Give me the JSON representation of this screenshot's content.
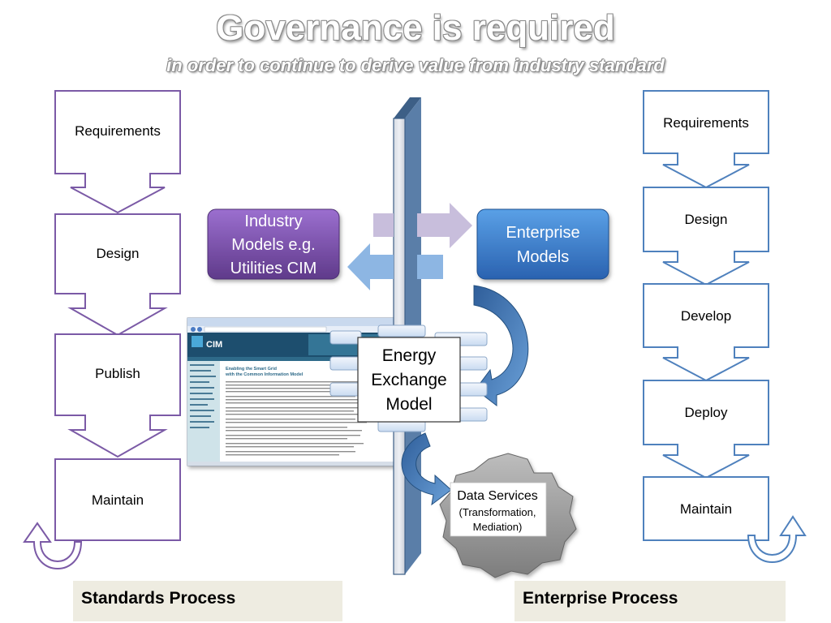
{
  "title": "Governance is required",
  "subtitle": "in order to continue to derive value from industry standard",
  "standards_steps": [
    "Requirements",
    "Design",
    "Publish",
    "Maintain"
  ],
  "enterprise_steps": [
    "Requirements",
    "Design",
    "Develop",
    "Deploy",
    "Maintain"
  ],
  "industry_models": {
    "line1": "Industry",
    "line2": "Models e.g.",
    "line3": "Utilities CIM"
  },
  "enterprise_models": {
    "line1": "Enterprise",
    "line2": "Models"
  },
  "energy_exchange": {
    "line1": "Energy",
    "line2": "Exchange",
    "line3": "Model"
  },
  "data_services": {
    "line1": "Data Services",
    "line2": "(Transformation,",
    "line3": "Mediation)"
  },
  "cim_site": {
    "logo": "CIM",
    "headline1": "Enabling the Smart Grid",
    "headline2": "with the Common Information Model"
  },
  "footer": {
    "standards": "Standards Process",
    "enterprise": "Enterprise Process"
  },
  "colors": {
    "purple": "#7b5aa6",
    "blue": "#4f81bd",
    "purple_fill": "#7a4fa8",
    "blue_fill": "#3a78c8",
    "footer_bg": "#eeece1"
  }
}
